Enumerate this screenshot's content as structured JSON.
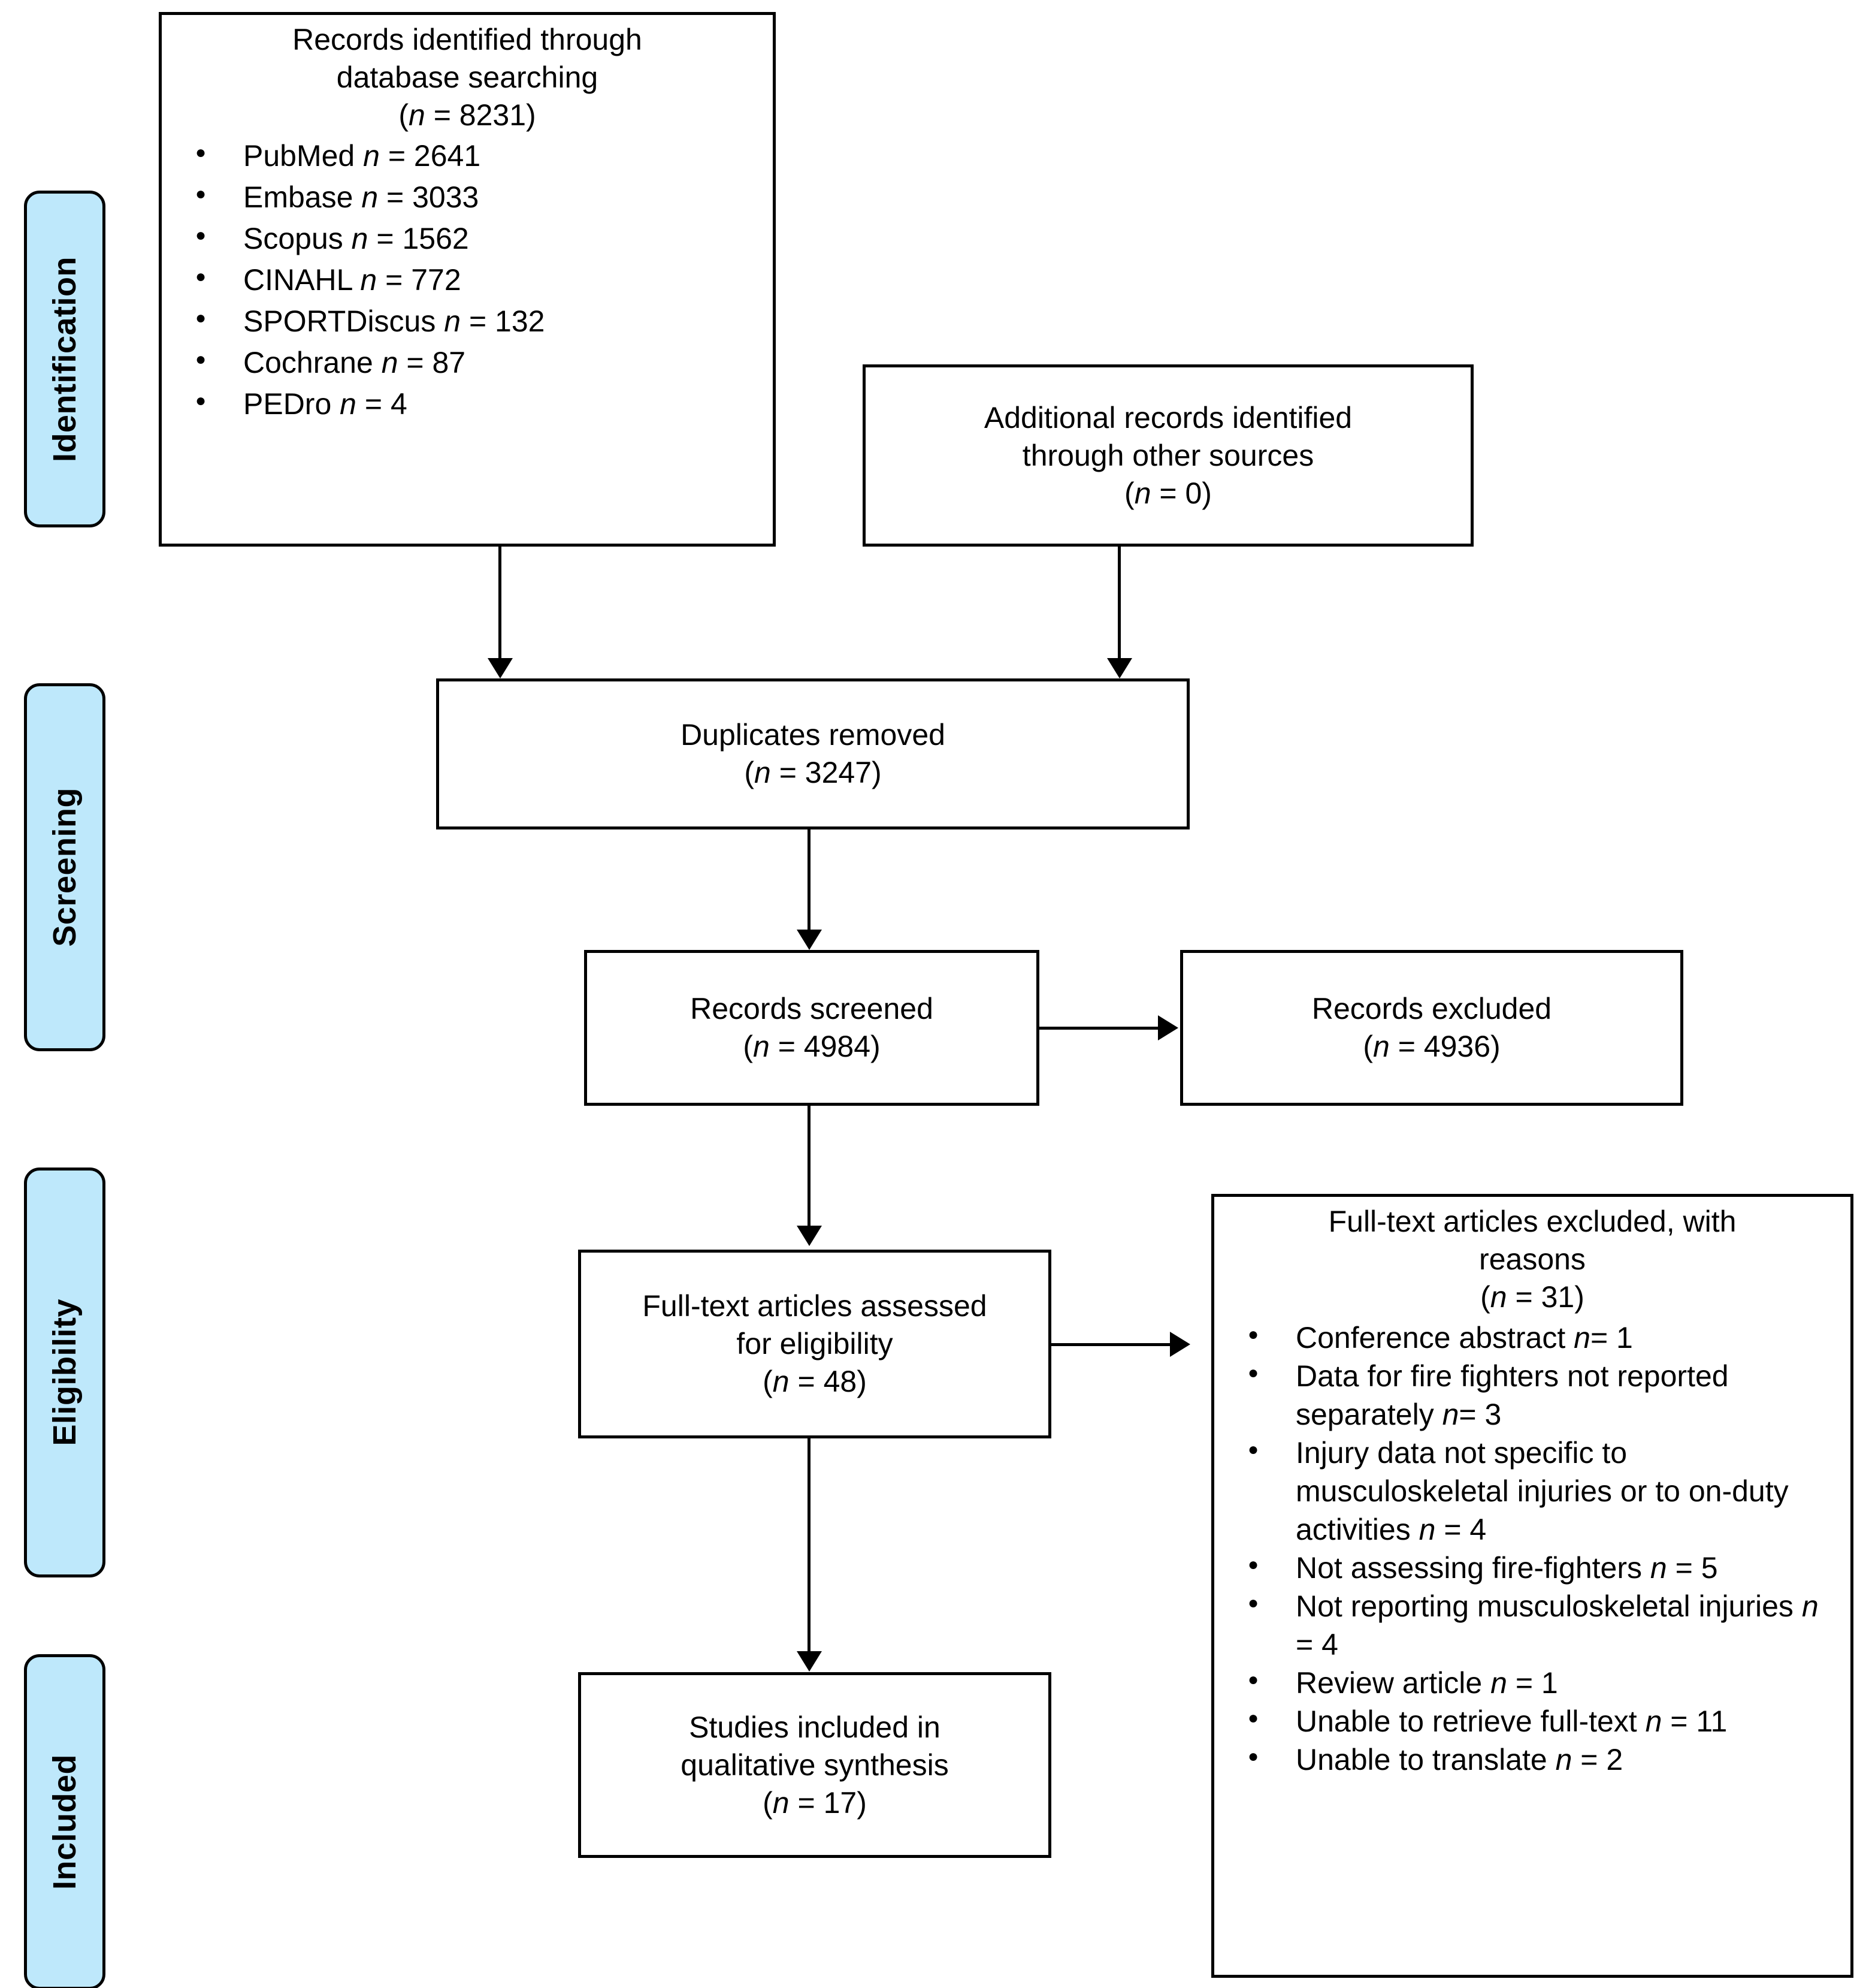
{
  "diagram": {
    "type": "PRISMA flow diagram",
    "accent_color": "#bee8fb",
    "line_color": "#000000",
    "background_color": "#ffffff"
  },
  "stages": [
    {
      "label": "Identification"
    },
    {
      "label": "Screening"
    },
    {
      "label": "Eligibility"
    },
    {
      "label": "Included"
    }
  ],
  "boxes": {
    "database_search": {
      "title": "Records identified through\ndatabase searching",
      "count": "(n = 8231)",
      "sources": [
        "PubMed n = 2641",
        "Embase n = 3033",
        "Scopus n = 1562",
        "CINAHL n = 772",
        "SPORTDiscus n = 132",
        "Cochrane n = 87",
        "PEDro n = 4"
      ]
    },
    "other_sources": {
      "title": "Additional records identified\nthrough other sources",
      "count": "(n = 0)"
    },
    "duplicates_removed": {
      "title": "Duplicates removed",
      "count": "(n = 3247)"
    },
    "records_screened": {
      "title": "Records screened",
      "count": "(n = 4984)"
    },
    "records_excluded": {
      "title": "Records excluded",
      "count": "(n = 4936)"
    },
    "fulltext_assessed": {
      "title": "Full-text articles assessed\nfor eligibility",
      "count": "(n = 48)"
    },
    "fulltext_excluded": {
      "title": "Full-text articles excluded, with\nreasons",
      "count": "(n = 31)",
      "reasons": [
        "Conference abstract n= 1",
        "Data for fire fighters not reported separately n= 3",
        "Injury data not specific to musculoskeletal injuries or to on-duty activities n = 4",
        "Not assessing fire-fighters n = 5",
        "Not reporting musculoskeletal injuries n = 4",
        "Review article n = 1",
        "Unable to retrieve full-text n = 11",
        "Unable to translate n = 2"
      ]
    },
    "studies_included": {
      "title": "Studies included in\nqualitative synthesis",
      "count": "(n = 17)"
    }
  }
}
